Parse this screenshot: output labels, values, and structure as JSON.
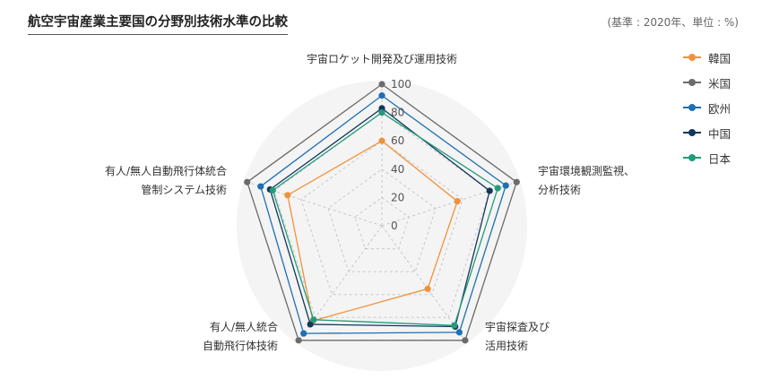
{
  "title": "航空宇宙産業主要国の分野別技術水準の比較",
  "note": "(基準 : 2020年、単位 : %)",
  "chart_data": {
    "type": "radar",
    "title": "航空宇宙産業主要国の分野別技術水準の比較",
    "axes": [
      [
        "宇宙ロケット開発及び運用技術"
      ],
      [
        "宇宙環境観測監視、",
        "分析技術"
      ],
      [
        "宇宙探査及び",
        "活用技術"
      ],
      [
        "有人/無人統合",
        "自動飛行体技術"
      ],
      [
        "有人/無人自動飛行体統合",
        "管制システム技術"
      ]
    ],
    "rlim": [
      0,
      100
    ],
    "ticks": [
      "0",
      "20",
      "40",
      "60",
      "80",
      "100"
    ],
    "tick_values": [
      0,
      20,
      40,
      60,
      80,
      100
    ],
    "grid": true,
    "legend_position": "right",
    "series": [
      {
        "name": "韓国",
        "color": "#f0923a",
        "values": [
          60,
          56,
          55,
          83,
          70
        ]
      },
      {
        "name": "米国",
        "color": "#6b6b6b",
        "values": [
          100,
          100,
          100,
          100,
          100
        ]
      },
      {
        "name": "欧州",
        "color": "#1e6fb3",
        "values": [
          92,
          92,
          93,
          94,
          90
        ]
      },
      {
        "name": "中国",
        "color": "#12375c",
        "values": [
          83,
          80,
          88,
          86,
          83
        ]
      },
      {
        "name": "日本",
        "color": "#229c79",
        "values": [
          80,
          86,
          87,
          82,
          81
        ]
      }
    ]
  }
}
